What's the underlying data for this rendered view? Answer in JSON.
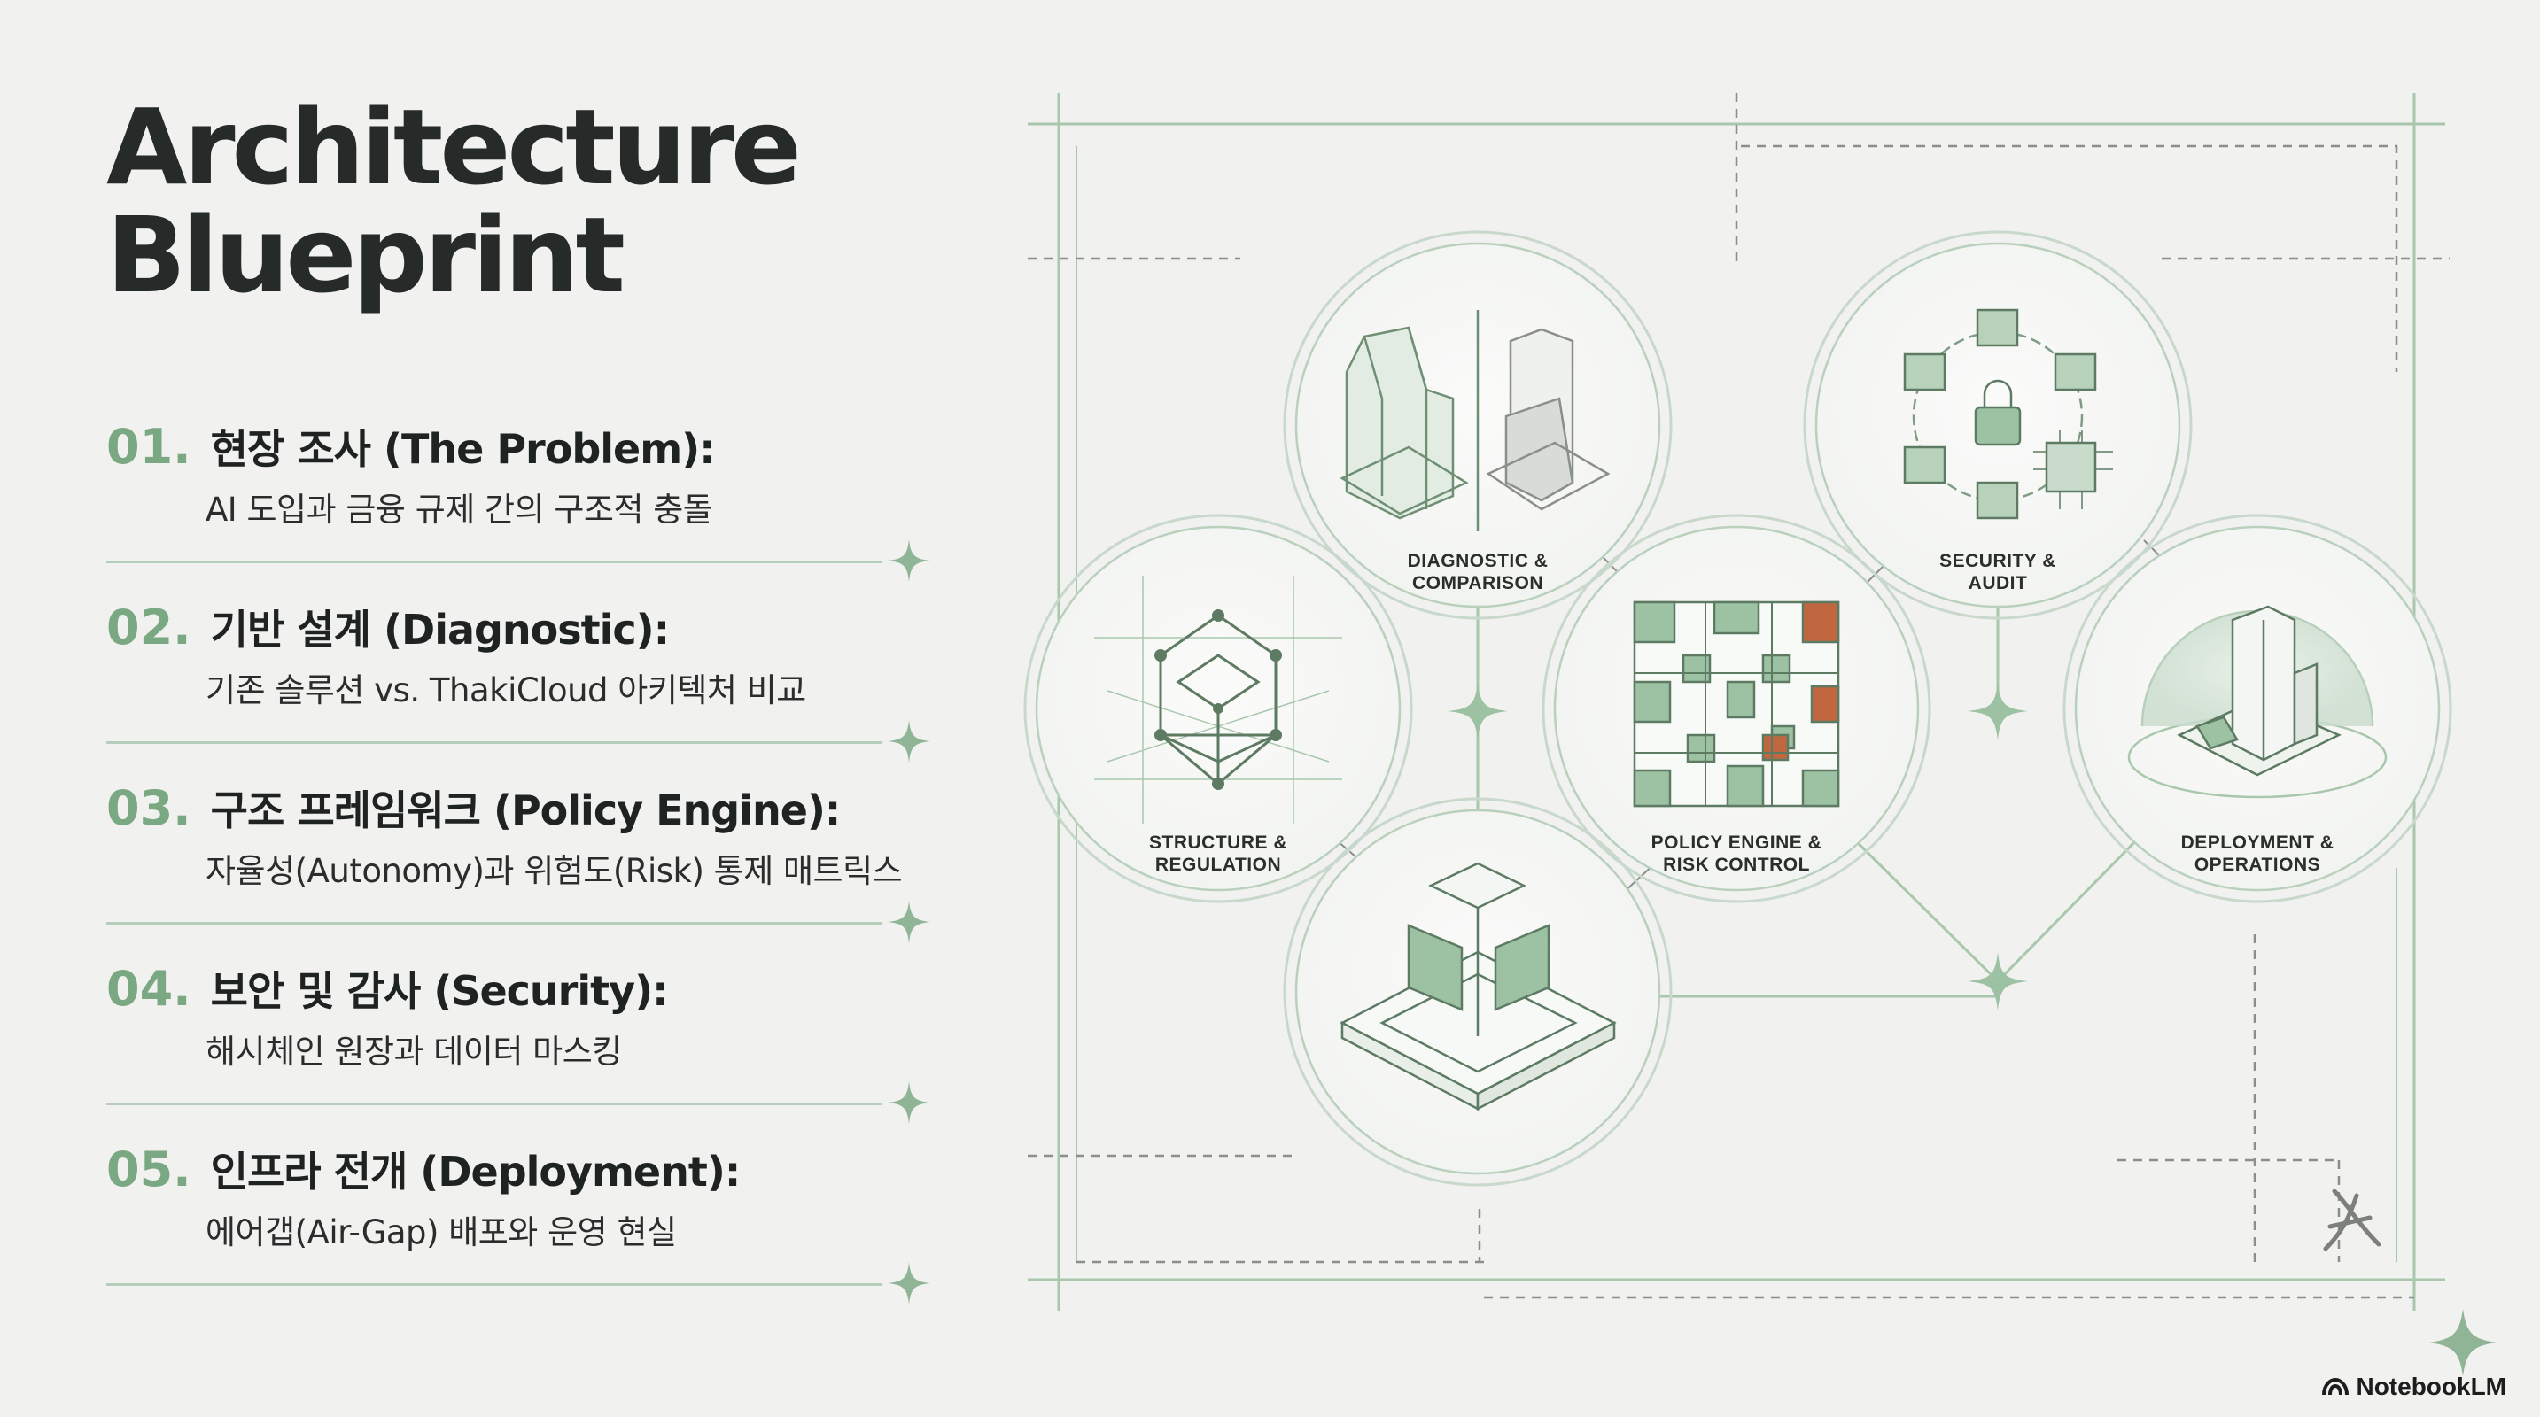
{
  "title": {
    "line1": "Architecture",
    "line2": "Blueprint"
  },
  "agenda": [
    {
      "num": "01.",
      "heading": "현장 조사 (The Problem):",
      "sub": "AI 도입과 금융 규제 간의 구조적 충돌"
    },
    {
      "num": "02.",
      "heading": "기반 설계 (Diagnostic):",
      "sub": "기존 솔루션 vs. ThakiCloud 아키텍처 비교"
    },
    {
      "num": "03.",
      "heading": "구조 프레임워크 (Policy Engine):",
      "sub": "자율성(Autonomy)과 위험도(Risk) 통제 매트릭스"
    },
    {
      "num": "04.",
      "heading": "보안 및 감사 (Security):",
      "sub": "해시체인 원장과 데이터 마스킹"
    },
    {
      "num": "05.",
      "heading": "인프라 전개 (Deployment):",
      "sub": "에어갭(Air-Gap) 배포와 운영 현실"
    }
  ],
  "nodes": {
    "diagnostic": {
      "line1": "DIAGNOSTIC &",
      "line2": "COMPARISON"
    },
    "security": {
      "line1": "SECURITY &",
      "line2": "AUDIT"
    },
    "structure": {
      "line1": "STRUCTURE &",
      "line2": "REGULATION"
    },
    "policy": {
      "line1": "POLICY ENGINE &",
      "line2": "RISK CONTROL"
    },
    "deployment": {
      "line1": "DEPLOYMENT &",
      "line2": "OPERATIONS"
    }
  },
  "brand": "NotebookLM",
  "colors": {
    "accent_green": "#79a882",
    "light_green": "#a9c7ad",
    "rust": "#c0673f",
    "background": "#f1f1ef"
  }
}
